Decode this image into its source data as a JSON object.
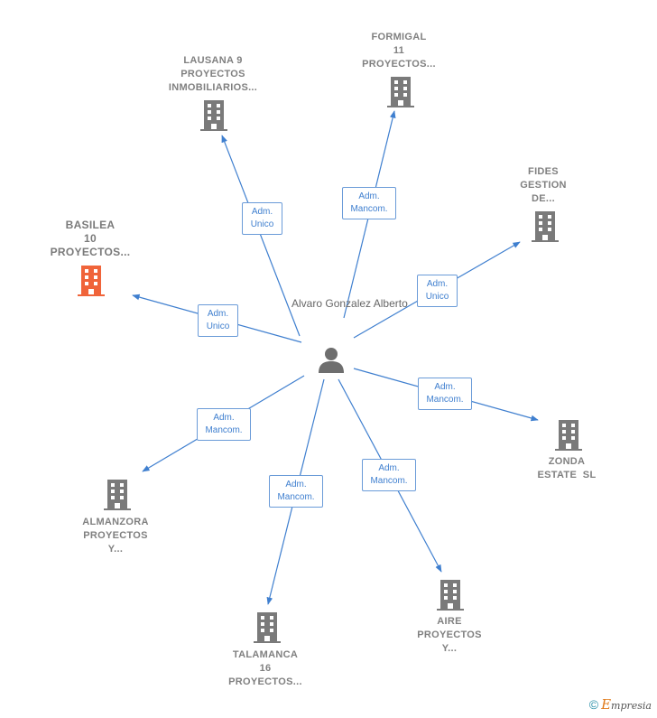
{
  "center": {
    "lines": [
      "Alvaro",
      "Gonzalez",
      "Alberto"
    ],
    "icon": "person-icon"
  },
  "companies": [
    {
      "id": "lausana",
      "lines": [
        "LAUSANA 9",
        "PROYECTOS",
        "INMOBILIARIOS..."
      ],
      "icon": "building-icon",
      "role_lines": [
        "Adm.",
        "Unico"
      ]
    },
    {
      "id": "formigal",
      "lines": [
        "FORMIGAL",
        "11",
        "PROYECTOS..."
      ],
      "icon": "building-icon",
      "role_lines": [
        "Adm.",
        "Mancom."
      ]
    },
    {
      "id": "fides",
      "lines": [
        "FIDES",
        "GESTION",
        "DE..."
      ],
      "icon": "building-icon",
      "role_lines": [
        "Adm.",
        "Unico"
      ]
    },
    {
      "id": "basilea",
      "lines": [
        "BASILEA",
        "10",
        "PROYECTOS..."
      ],
      "icon": "building-icon",
      "role_lines": [
        "Adm.",
        "Unico"
      ],
      "highlight_color": "#f0643a"
    },
    {
      "id": "zonda",
      "lines": [
        "ZONDA",
        "ESTATE  SL"
      ],
      "icon": "building-icon",
      "role_lines": [
        "Adm.",
        "Mancom."
      ]
    },
    {
      "id": "almanzora",
      "lines": [
        "ALMANZORA",
        "PROYECTOS",
        "Y..."
      ],
      "icon": "building-icon",
      "role_lines": [
        "Adm.",
        "Mancom."
      ]
    },
    {
      "id": "talamanca",
      "lines": [
        "TALAMANCA",
        "16",
        "PROYECTOS..."
      ],
      "icon": "building-icon",
      "role_lines": [
        "Adm.",
        "Mancom."
      ]
    },
    {
      "id": "aire",
      "lines": [
        "AIRE",
        "PROYECTOS",
        "Y..."
      ],
      "icon": "building-icon",
      "role_lines": [
        "Adm.",
        "Mancom."
      ]
    }
  ],
  "colors": {
    "edge": "#3f7fcf",
    "building": "#7a7a7a",
    "highlight": "#f0643a"
  },
  "footer": {
    "copyright": "©",
    "brand_initial": "E",
    "brand_rest": "mpresia"
  }
}
